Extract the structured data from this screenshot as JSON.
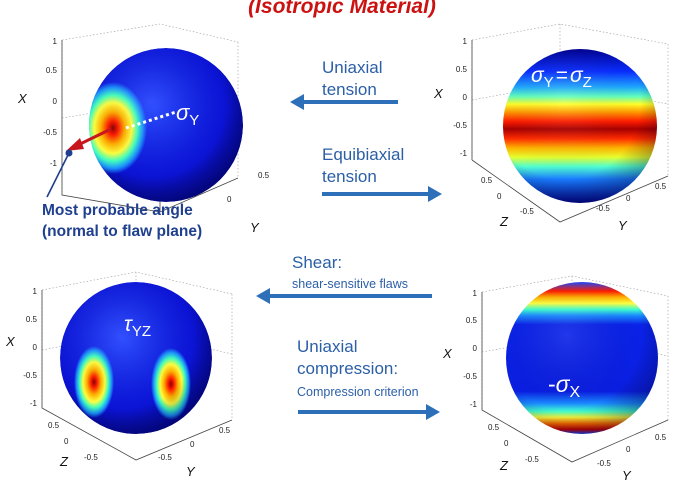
{
  "header": {
    "title": "(Isotropic Material)"
  },
  "axes": {
    "x": "X",
    "y": "Y",
    "z": "Z"
  },
  "ticks": {
    "vertical": [
      "1",
      "0.5",
      "0",
      "-0.5",
      "-1"
    ],
    "z_axis": [
      "0.5",
      "0",
      "-0.5"
    ],
    "y_axis": [
      "-0.5",
      "0",
      "0.5"
    ],
    "y_axis_topleft": [
      "0",
      "0.5"
    ]
  },
  "panels": {
    "top_left": {
      "symbol": "σ",
      "sub": "Y"
    },
    "top_right": {
      "sym1": "σ",
      "sub1": "Y",
      "eq": "=",
      "sym2": "σ",
      "sub2": "Z"
    },
    "bottom_left": {
      "symbol": "τ",
      "sub": "YZ"
    },
    "bottom_right": {
      "prefix": "-",
      "symbol": "σ",
      "sub": "X"
    }
  },
  "callout": {
    "line1": "Most probable angle",
    "line2": "(normal to flaw plane)"
  },
  "labels": {
    "uniaxial_tension": [
      "Uniaxial",
      "tension"
    ],
    "equibiaxial_tension": [
      "Equibiaxial",
      "tension"
    ],
    "shear": [
      "Shear:",
      "shear-sensitive flaws"
    ],
    "uniaxial_compression": [
      "Uniaxial",
      "compression:",
      "Compression criterion"
    ]
  },
  "colors": {
    "title": "#cc1111",
    "label": "#2b5fa6",
    "callout": "#1f3f8f",
    "arrow": "#2e6fba",
    "red_arrow": "#c8161d"
  }
}
